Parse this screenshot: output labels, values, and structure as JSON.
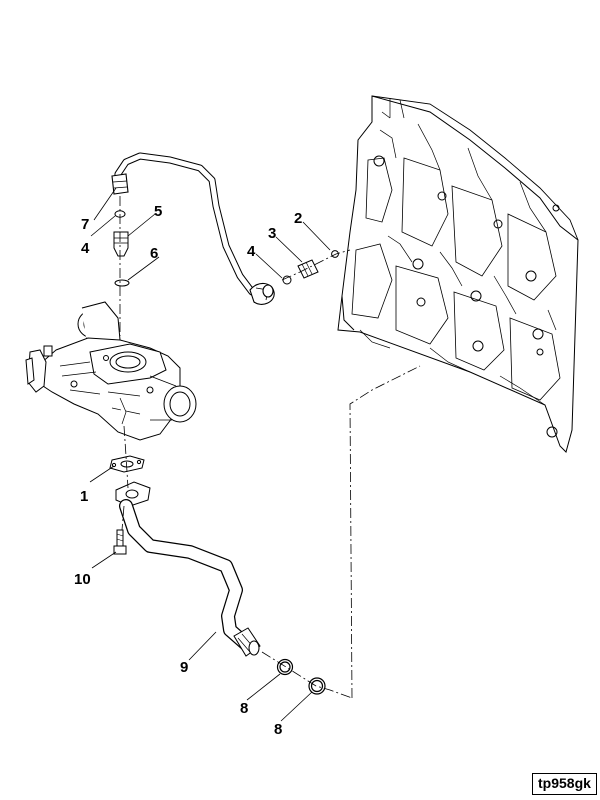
{
  "diagram": {
    "figure_code": "tp958gk",
    "callouts": [
      {
        "id": "c1",
        "text": "1"
      },
      {
        "id": "c2",
        "text": "2"
      },
      {
        "id": "c3",
        "text": "3"
      },
      {
        "id": "c4a",
        "text": "4"
      },
      {
        "id": "c4b",
        "text": "4"
      },
      {
        "id": "c5",
        "text": "5"
      },
      {
        "id": "c6",
        "text": "6"
      },
      {
        "id": "c7",
        "text": "7"
      },
      {
        "id": "c8a",
        "text": "8"
      },
      {
        "id": "c8b",
        "text": "8"
      },
      {
        "id": "c9",
        "text": "9"
      },
      {
        "id": "c10",
        "text": "10"
      }
    ]
  }
}
